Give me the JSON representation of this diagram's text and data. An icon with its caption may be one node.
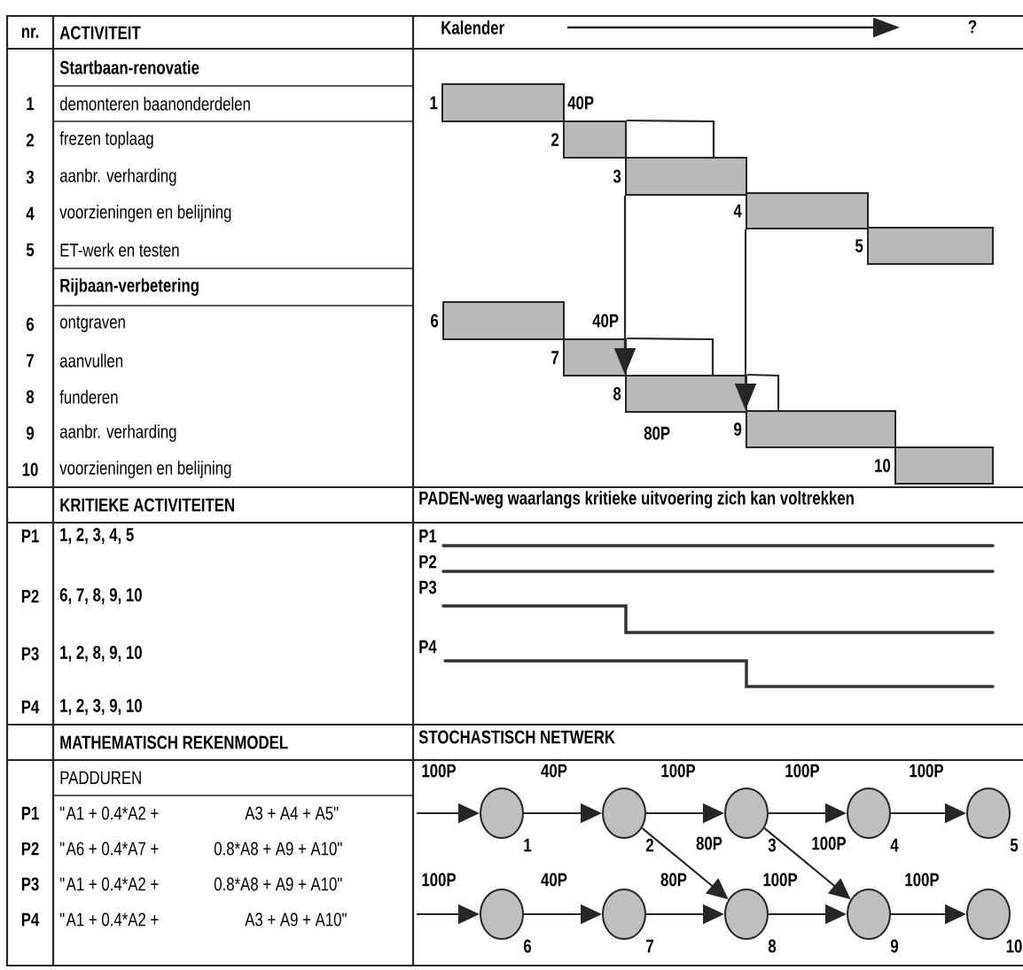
{
  "diagram": {
    "nodes": [
      {
        "text": [],
        "shape": "bar",
        "beside": [
          "1"
        ]
      },
      {
        "text": [],
        "shape": "bar",
        "beside": [
          "2"
        ]
      },
      {
        "text": [],
        "shape": "bar",
        "beside": [
          "3"
        ]
      },
      {
        "text": [],
        "shape": "bar",
        "beside": [
          "4"
        ]
      },
      {
        "text": [],
        "shape": "bar",
        "beside": [
          "5"
        ]
      },
      {
        "text": [],
        "shape": "bar",
        "beside": [
          "6"
        ]
      },
      {
        "text": [],
        "shape": "bar",
        "beside": [
          "7"
        ]
      },
      {
        "text": [],
        "shape": "bar",
        "beside": [
          "8"
        ]
      },
      {
        "text": [],
        "shape": "bar",
        "beside": [
          "9"
        ]
      },
      {
        "text": [],
        "shape": "bar",
        "beside": [
          "10"
        ]
      },
      {
        "text": [],
        "shape": "circle",
        "beside": [
          "1"
        ]
      },
      {
        "text": [],
        "shape": "circle",
        "beside": [
          "2"
        ]
      },
      {
        "text": [],
        "shape": "circle",
        "beside": [
          "3"
        ]
      },
      {
        "text": [],
        "shape": "circle",
        "beside": [
          "4"
        ]
      },
      {
        "text": [],
        "shape": "circle",
        "beside": [
          "5"
        ]
      },
      {
        "text": [],
        "shape": "circle",
        "beside": [
          "6"
        ]
      },
      {
        "text": [],
        "shape": "circle",
        "beside": [
          "7"
        ]
      },
      {
        "text": [],
        "shape": "circle",
        "beside": [
          "8"
        ]
      },
      {
        "text": [],
        "shape": "circle",
        "beside": [
          "9"
        ]
      },
      {
        "text": [],
        "shape": "circle",
        "beside": [
          "10"
        ]
      }
    ],
    "edges": [
      {
        "from": 1,
        "to": 2,
        "arrow": "none"
      },
      {
        "from": 6,
        "to": 7,
        "arrow": "none"
      },
      {
        "from": 7,
        "to": 8,
        "arrow": "none"
      },
      {
        "from": 2,
        "to": 7,
        "arrow": "to"
      },
      {
        "from": 3,
        "to": 8,
        "arrow": "to"
      },
      {
        "from": null,
        "to": 10,
        "arrow": "to",
        "label": "100P"
      },
      {
        "from": 10,
        "to": 11,
        "arrow": "to",
        "label": "40P"
      },
      {
        "from": 11,
        "to": 12,
        "arrow": "to",
        "label": "100P"
      },
      {
        "from": 12,
        "to": 13,
        "arrow": "to",
        "label": "100P"
      },
      {
        "from": 13,
        "to": 14,
        "arrow": "to",
        "label": "100P"
      },
      {
        "from": 11,
        "to": 17,
        "arrow": "to",
        "label": "80P"
      },
      {
        "from": 12,
        "to": 18,
        "arrow": "to",
        "label": "100P"
      },
      {
        "from": null,
        "to": 15,
        "arrow": "to",
        "label": "100P"
      },
      {
        "from": 15,
        "to": 16,
        "arrow": "to",
        "label": "40P"
      },
      {
        "from": 16,
        "to": 17,
        "arrow": "to",
        "label": "80P"
      },
      {
        "from": 17,
        "to": 18,
        "arrow": "to",
        "label": "100P"
      },
      {
        "from": 18,
        "to": 19,
        "arrow": "to",
        "label": "100P"
      }
    ],
    "labels": [
      "nr.",
      "ACTIVITEIT",
      "Kalender",
      "?",
      "Startbaan-renovatie",
      "1",
      "demonteren baanonderdelen",
      "2",
      "frezen toplaag",
      "3",
      "aanbr. verharding",
      "4",
      "voorzieningen en belijning",
      "5",
      "ET-werk en testen",
      "Rijbaan-verbetering",
      "6",
      "ontgraven",
      "7",
      "aanvullen",
      "8",
      "funderen",
      "9",
      "aanbr. verharding",
      "10",
      "voorzieningen en belijning",
      "40P",
      "40P",
      "80P",
      "KRITIEKE ACTIVITEITEN",
      "PADEN-weg waarlangs kritieke uitvoering zich kan voltrekken",
      "P1",
      "1, 2, 3, 4, 5",
      "P1",
      "P2",
      "P2",
      "6, 7, 8, 9, 10",
      "P3",
      "P3",
      "1, 2, 8, 9, 10",
      "P4",
      "P4",
      "1, 2, 3, 9, 10",
      "MATHEMATISCH REKENMODEL",
      "STOCHASTISCH NETWERK",
      "PADDUREN",
      "P1",
      "\"A1 + 0.4*A2 +",
      "A3 + A4 + A5\"",
      "P2",
      "\"A6 + 0.4*A7 +",
      "0.8*A8 + A9 + A10\"",
      "P3",
      "\"A1 + 0.4*A2 +",
      "0.8*A8 + A9 + A10\"",
      "P4",
      "\"A1 + 0.4*A2 +",
      "A3 + A9 + A10\""
    ]
  }
}
